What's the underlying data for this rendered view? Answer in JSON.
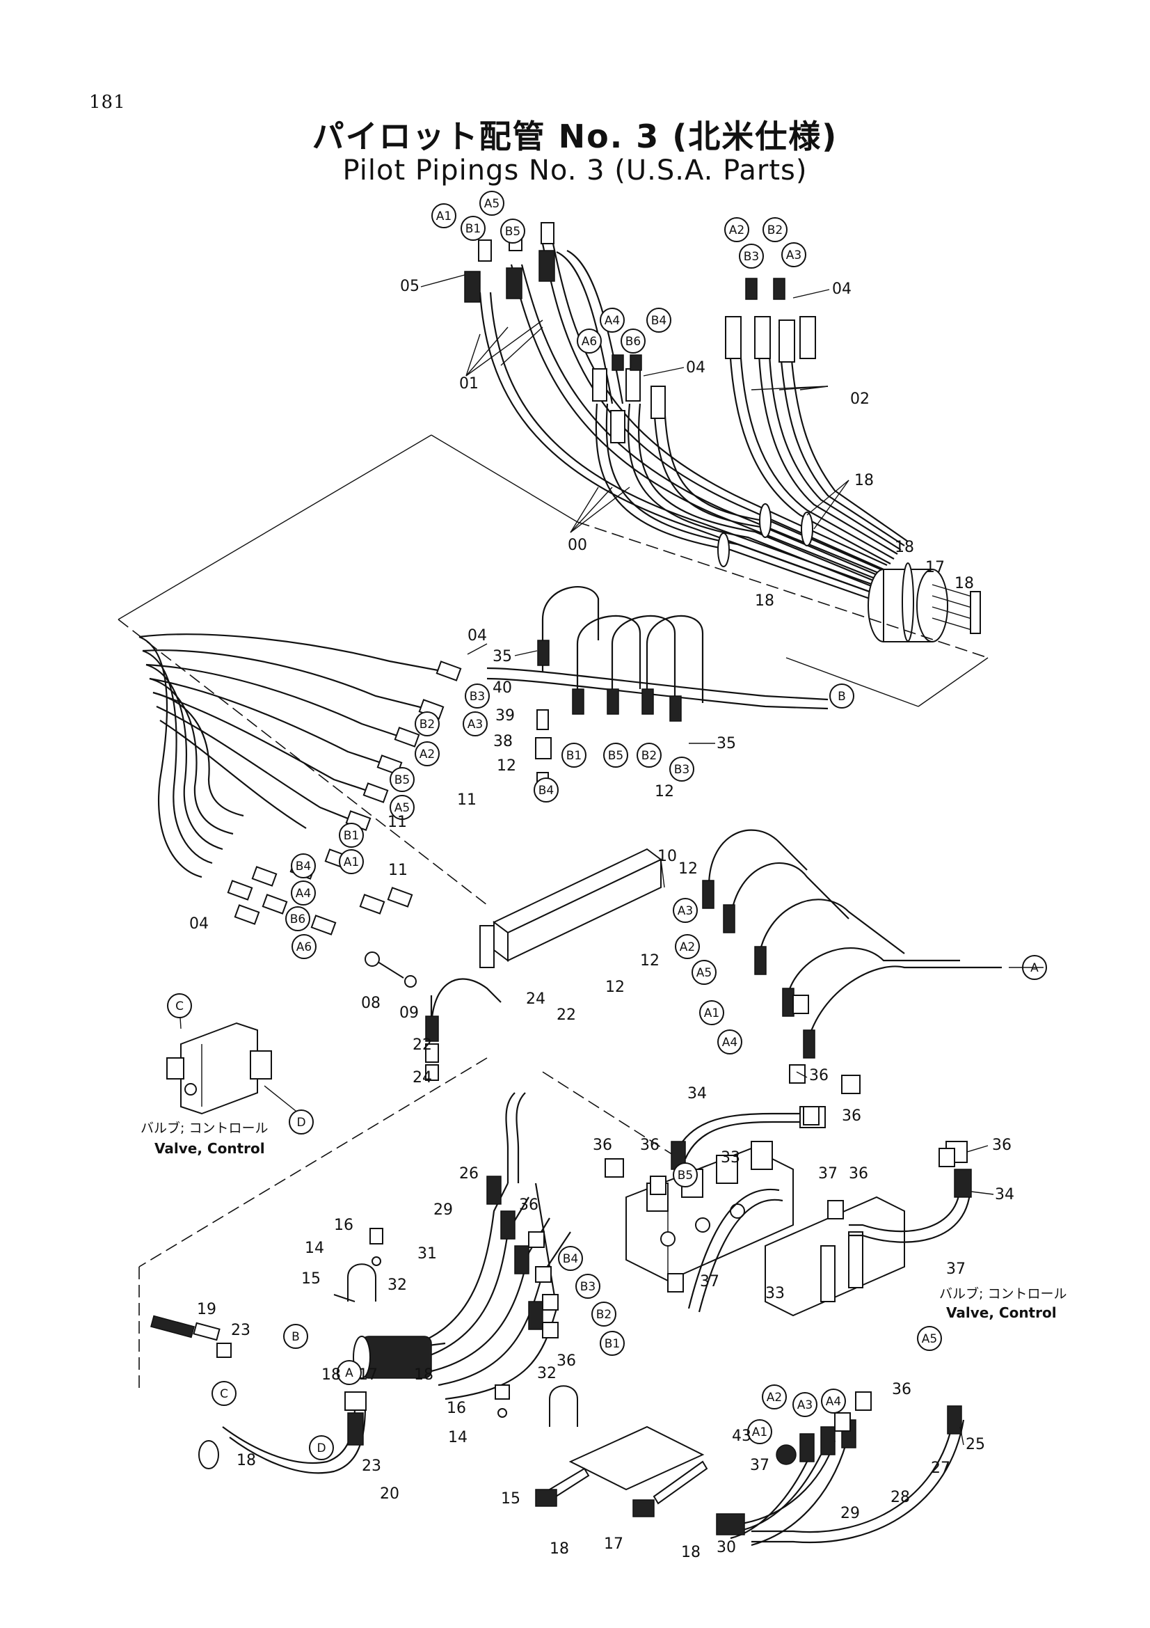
{
  "page_number": "181",
  "title_ja": "パイロット配管 No. 3 (北米仕様)",
  "title_en": "Pilot Pipings No. 3  (U.S.A. Parts)",
  "captions": [
    {
      "ja": "バルブ; コントロール",
      "en": "Valve, Control"
    },
    {
      "ja": "バルブ; コントロール",
      "en": "Valve, Control"
    }
  ],
  "connection_labels": [
    "A1",
    "A2",
    "A3",
    "A4",
    "A5",
    "A6",
    "B1",
    "B2",
    "B3",
    "B4",
    "B5",
    "B6",
    "A",
    "B",
    "C",
    "D"
  ],
  "part_numbers": [
    "00",
    "01",
    "02",
    "04",
    "05",
    "08",
    "09",
    "10",
    "11",
    "12",
    "14",
    "15",
    "16",
    "17",
    "18",
    "19",
    "20",
    "22",
    "23",
    "24",
    "25",
    "26",
    "27",
    "28",
    "29",
    "30",
    "31",
    "32",
    "33",
    "34",
    "35",
    "36",
    "37",
    "38",
    "39",
    "40",
    "43"
  ]
}
